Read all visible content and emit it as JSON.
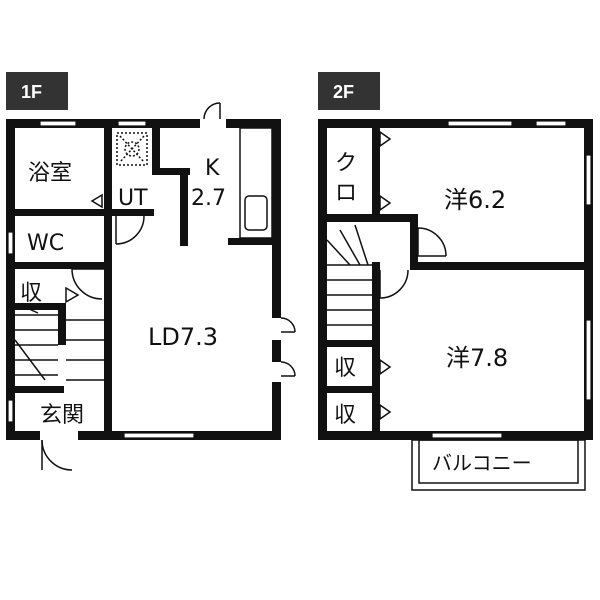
{
  "floors": [
    {
      "tag": "1F",
      "rooms": {
        "bath": "浴室",
        "utility": "UT",
        "kitchen_name": "K",
        "kitchen_size": "2.7",
        "wc": "WC",
        "storage": "収",
        "entrance": "玄関",
        "living": "LD7.3"
      }
    },
    {
      "tag": "2F",
      "rooms": {
        "closet_a": "ク",
        "closet_b": "ロ",
        "room_a": "洋6.2",
        "room_b": "洋7.8",
        "storage_a": "収",
        "storage_b": "収",
        "balcony": "バルコニー"
      }
    }
  ],
  "colors": {
    "wall": "#111111",
    "tag_background": "#333333",
    "background": "#ffffff"
  }
}
